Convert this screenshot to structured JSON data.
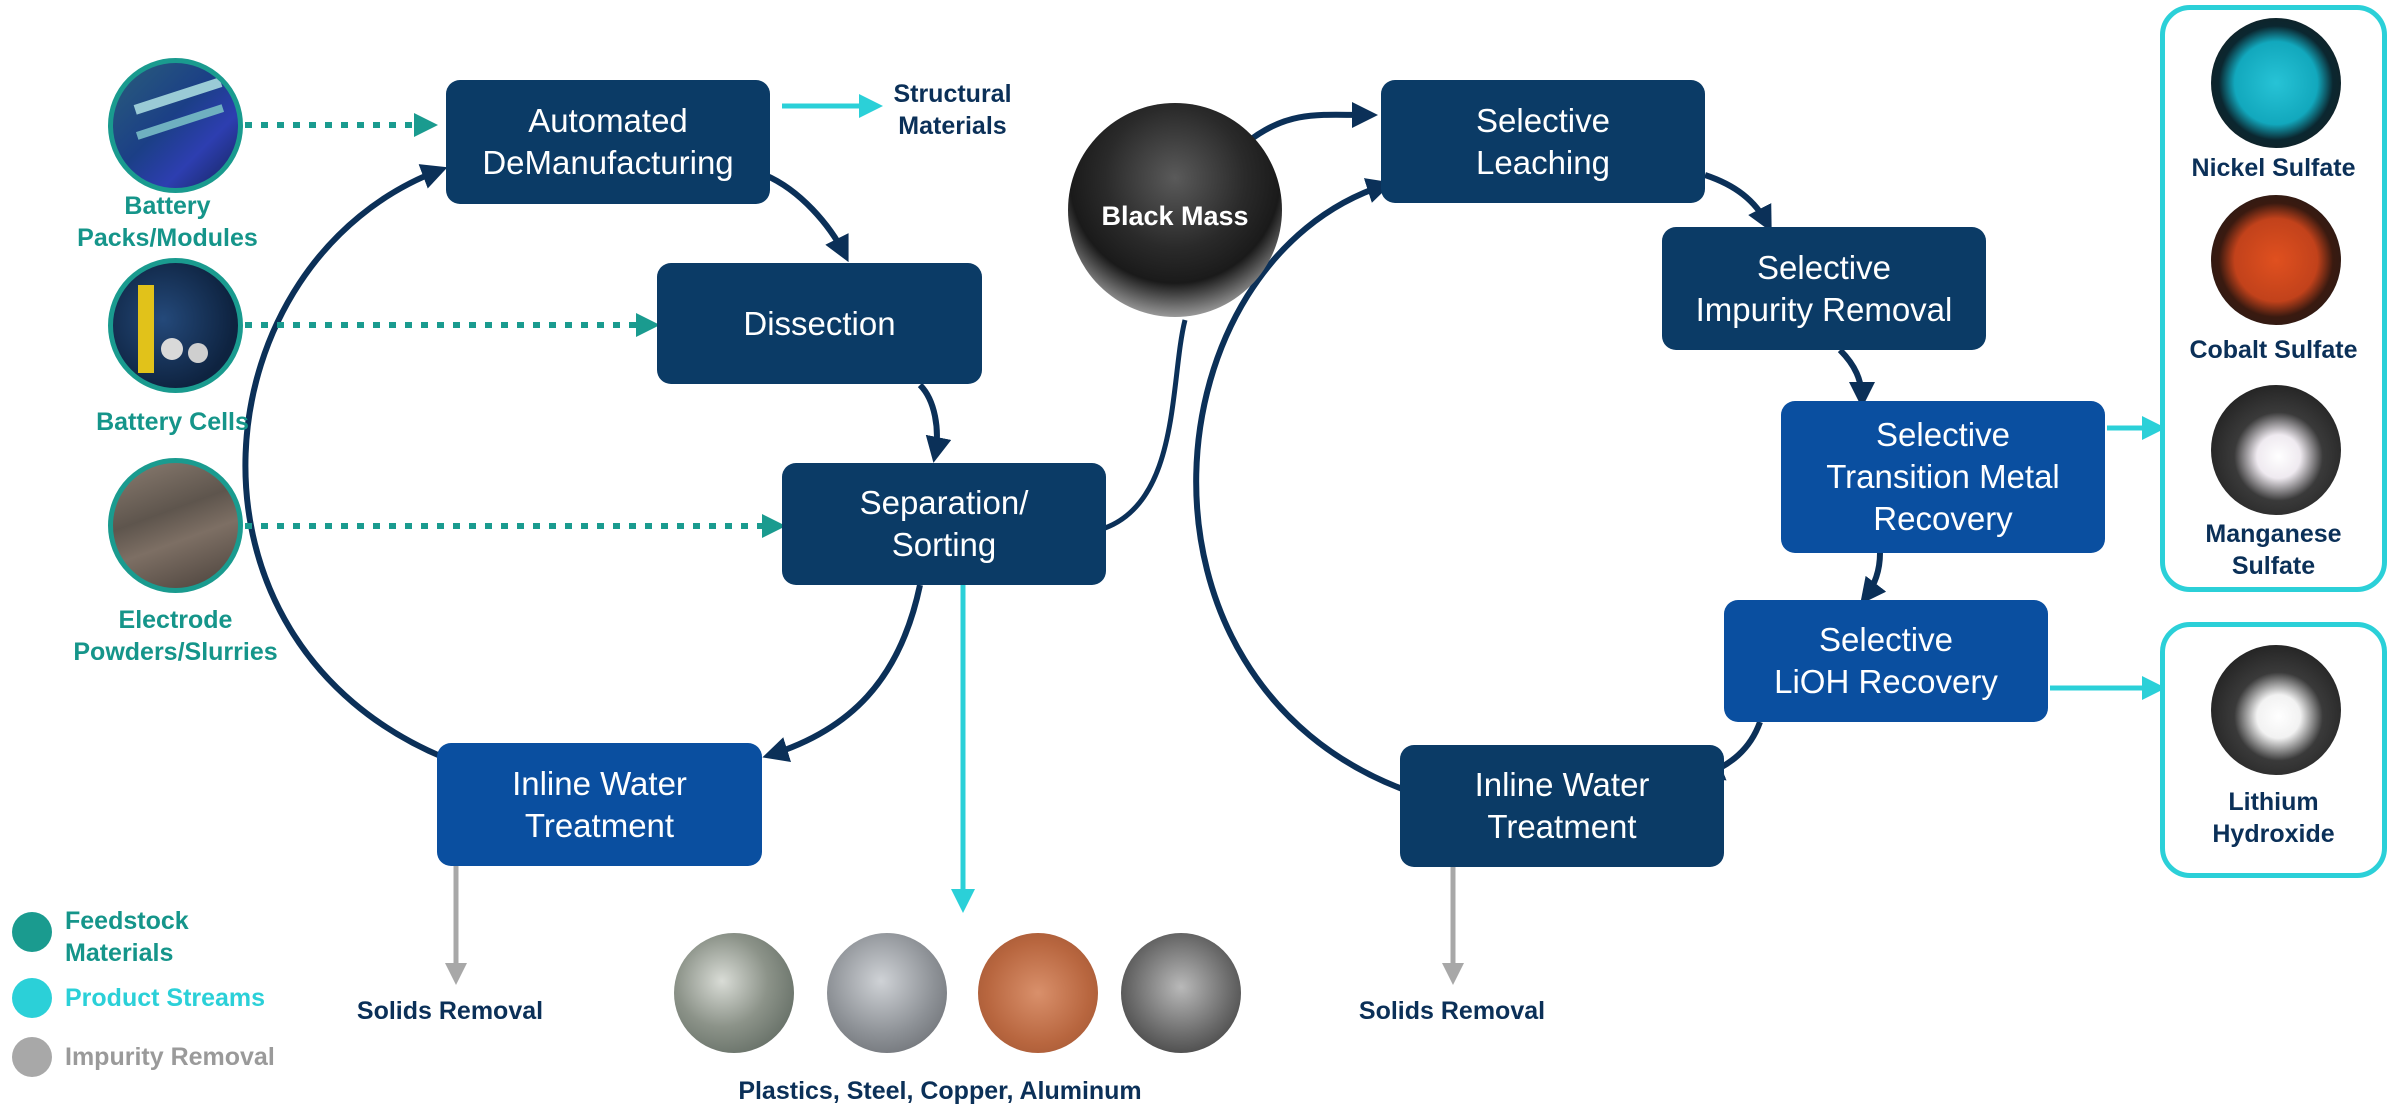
{
  "boxes": {
    "automated": "Automated\nDeManufacturing",
    "dissection": "Dissection",
    "separation": "Separation/\nSorting",
    "inline_left": "Inline Water\nTreatment",
    "leaching": "Selective\nLeaching",
    "impurity": "Selective\nImpurity Removal",
    "transition": "Selective\nTransition Metal\nRecovery",
    "lioh": "Selective\nLiOH Recovery",
    "inline_right": "Inline Water\nTreatment"
  },
  "feedstocks": {
    "packs": "Battery\nPacks/Modules",
    "cells": "Battery Cells",
    "powders": "Electrode\nPowders/Slurries"
  },
  "black_mass": "Black Mass",
  "structural": "Structural\nMaterials",
  "solids_left": "Solids Removal",
  "solids_right": "Solids Removal",
  "scrap_label": "Plastics, Steel, Copper, Aluminum",
  "products": {
    "nickel": "Nickel Sulfate",
    "cobalt": "Cobalt Sulfate",
    "manganese": "Manganese\nSulfate",
    "lithium": "Lithium\nHydroxide"
  },
  "legend": {
    "feedstock": "Feedstock\nMaterials",
    "product": "Product Streams",
    "impurity": "Impurity  Removal"
  },
  "colors": {
    "dark_box": "#0b3b66",
    "blue_box": "#0a4fa0",
    "feedstock": "#1a9b8f",
    "product": "#2bd0d8",
    "impurity": "#a8a8a8",
    "arrow": "#0b3058"
  }
}
